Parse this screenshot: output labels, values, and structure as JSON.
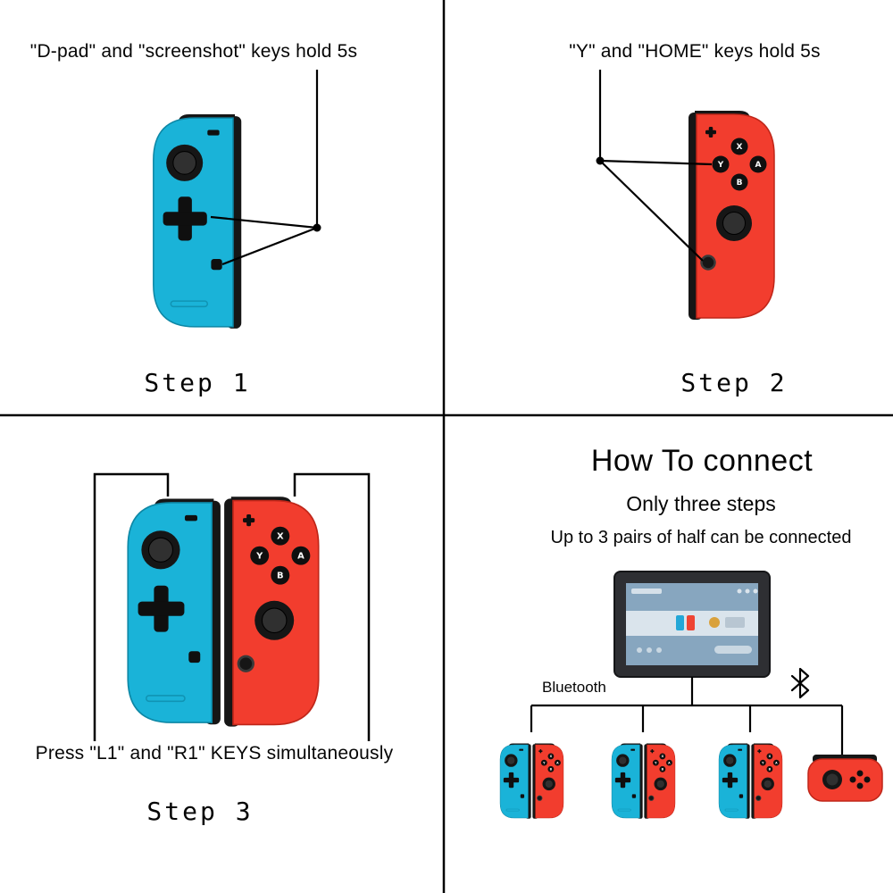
{
  "colors": {
    "joycon_blue": "#1ab3d8",
    "joycon_red": "#f23d2e",
    "line": "#000000",
    "console_dark": "#2e2f33",
    "screen_blue": "#87a6bf"
  },
  "joycon": {
    "button_x": "X",
    "button_a": "A",
    "button_b": "B",
    "button_y": "Y"
  },
  "steps": {
    "step1": {
      "caption": "\"D-pad\" and \"screenshot\" keys hold 5s",
      "label": "Step 1"
    },
    "step2": {
      "caption": "\"Y\" and \"HOME\" keys hold 5s",
      "label": "Step 2"
    },
    "step3": {
      "caption": "Press \"L1\" and \"R1\" KEYS simultaneously",
      "label": "Step 3"
    }
  },
  "connect": {
    "title": "How To connect",
    "subtitle": "Only three steps",
    "note": "Up to 3 pairs of half can be connected",
    "bluetooth_label": "Bluetooth"
  }
}
